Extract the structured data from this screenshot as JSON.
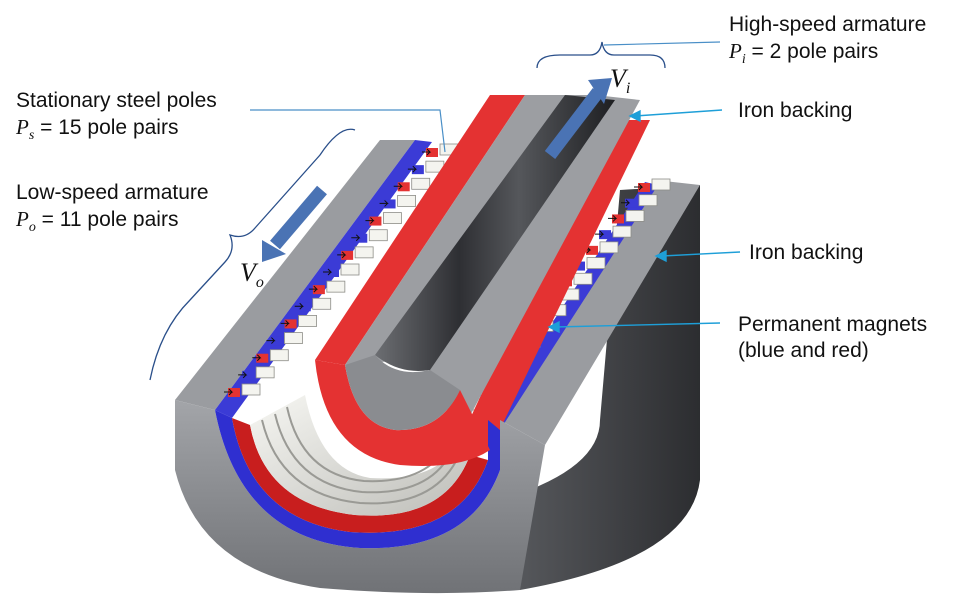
{
  "labels": {
    "high_speed": {
      "title": "High-speed armature",
      "var": "P",
      "sub": "i",
      "rest": " = 2 pole pairs"
    },
    "stationary": {
      "title": "Stationary steel poles",
      "var": "P",
      "sub": "s",
      "rest": " = 15 pole pairs"
    },
    "low_speed": {
      "title": "Low-speed armature",
      "var": "P",
      "sub": "o",
      "rest": " = 11 pole pairs"
    },
    "iron_backing_inner": "Iron backing",
    "iron_backing_outer": "Iron backing",
    "magnets_line1": "Permanent magnets",
    "magnets_line2": "(blue and red)"
  },
  "velocities": {
    "inner": {
      "var": "V",
      "sub": "i"
    },
    "outer": {
      "var": "V",
      "sub": "o"
    }
  },
  "colors": {
    "magnet_blue": "#3b3bd6",
    "magnet_red": "#e43232",
    "iron_gray": "#8c8e92",
    "steel_pole": "#f4f4ef",
    "leader_line": "#1e9fd8",
    "arrow_blue": "#4a73b4"
  }
}
